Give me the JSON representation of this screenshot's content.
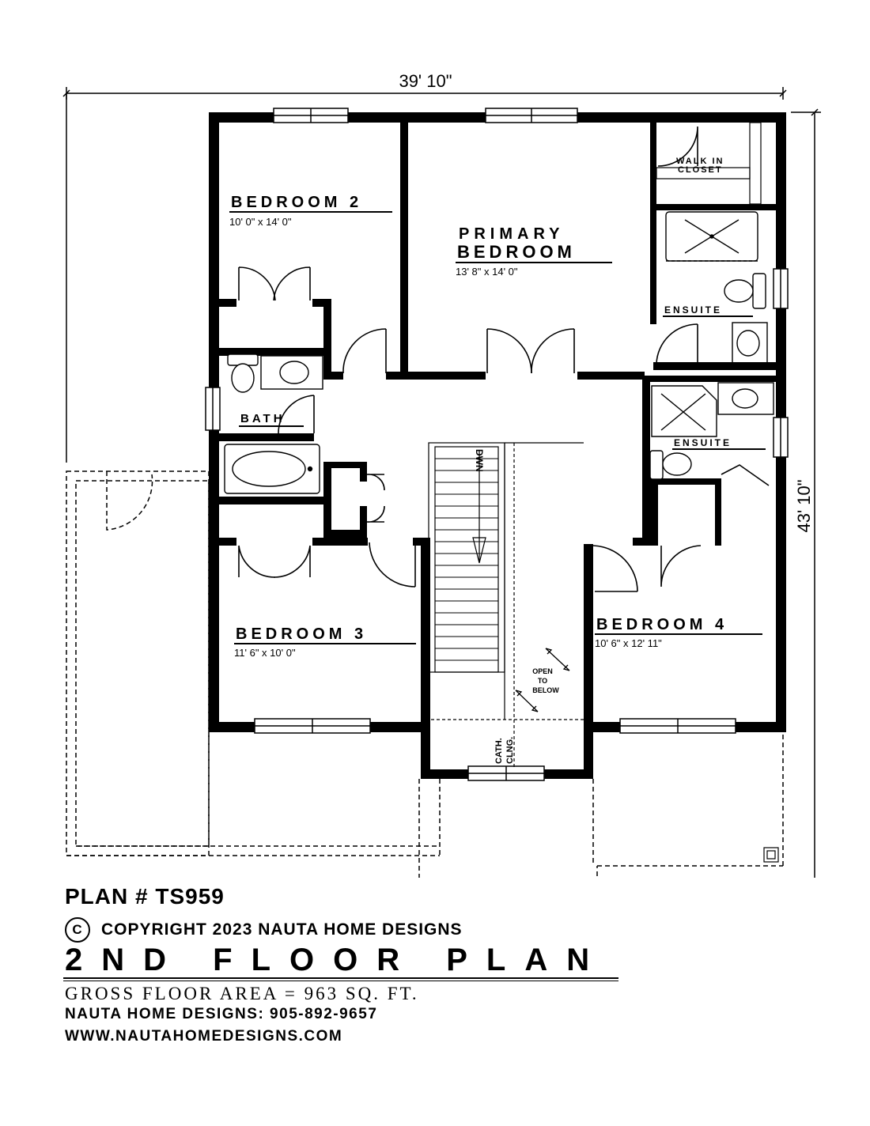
{
  "dimensions": {
    "width": "39' 10\"",
    "depth": "43' 10\""
  },
  "rooms": {
    "bedroom2": {
      "name": "BEDROOM 2",
      "size": "10' 0\" x 14' 0\""
    },
    "primary": {
      "name_line1": "PRIMARY",
      "name_line2": "BEDROOM",
      "size": "13' 8\" x 14' 0\""
    },
    "walkin_line1": "WALK IN",
    "walkin_line2": "CLOSET",
    "ensuite1": "ENSUITE",
    "ensuite2": "ENSUITE",
    "bath": "BATH",
    "bedroom3": {
      "name": "BEDROOM 3",
      "size": "11' 6\" x 10' 0\""
    },
    "bedroom4": {
      "name": "BEDROOM 4",
      "size": "10' 6\" x 12' 11\""
    }
  },
  "labels": {
    "stair": "DWN",
    "open_line1": "OPEN",
    "open_line2": "TO",
    "open_line3": "BELOW",
    "cath_line1": "CATH.",
    "cath_line2": "CLNG."
  },
  "titleblock": {
    "plan": "PLAN # TS959",
    "copyright_symbol": "C",
    "copyright": "COPYRIGHT 2023 NAUTA HOME DESIGNS",
    "title": "2ND FLOOR PLAN",
    "area": "GROSS FLOOR AREA = 963 SQ. FT.",
    "phone": "NAUTA HOME DESIGNS:  905-892-9657",
    "website": "WWW.NAUTAHOMEDESIGNS.COM"
  }
}
